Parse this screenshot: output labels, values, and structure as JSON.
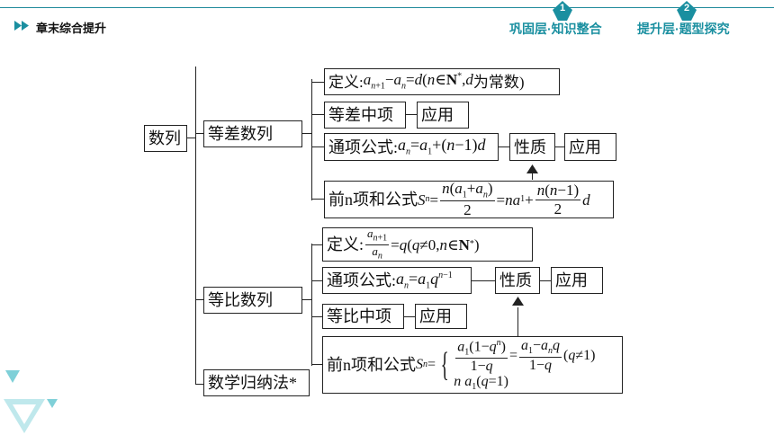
{
  "header": {
    "chapter_title": "章末综合提升",
    "tabs": [
      {
        "num": "1",
        "label": "巩固层·知识整合"
      },
      {
        "num": "2",
        "label": "提升层·题型探究"
      }
    ]
  },
  "diagram": {
    "root": "数列",
    "arith": {
      "label": "等差数列",
      "def_prefix": "定义:",
      "def_suffix": "为常数)",
      "mid_term": "等差中项",
      "apply": "应用",
      "general_prefix": "通项公式:",
      "property": "性质",
      "sum_prefix": "前n项和公式"
    },
    "geo": {
      "label": "等比数列",
      "def_prefix": "定义:",
      "general_prefix": "通项公式:",
      "property": "性质",
      "apply": "应用",
      "mid_term": "等比中项",
      "sum_prefix": "前n项和公式"
    },
    "induction": "数学归纳法*"
  },
  "colors": {
    "accent": "#1a8fa0",
    "line": "#222222"
  }
}
